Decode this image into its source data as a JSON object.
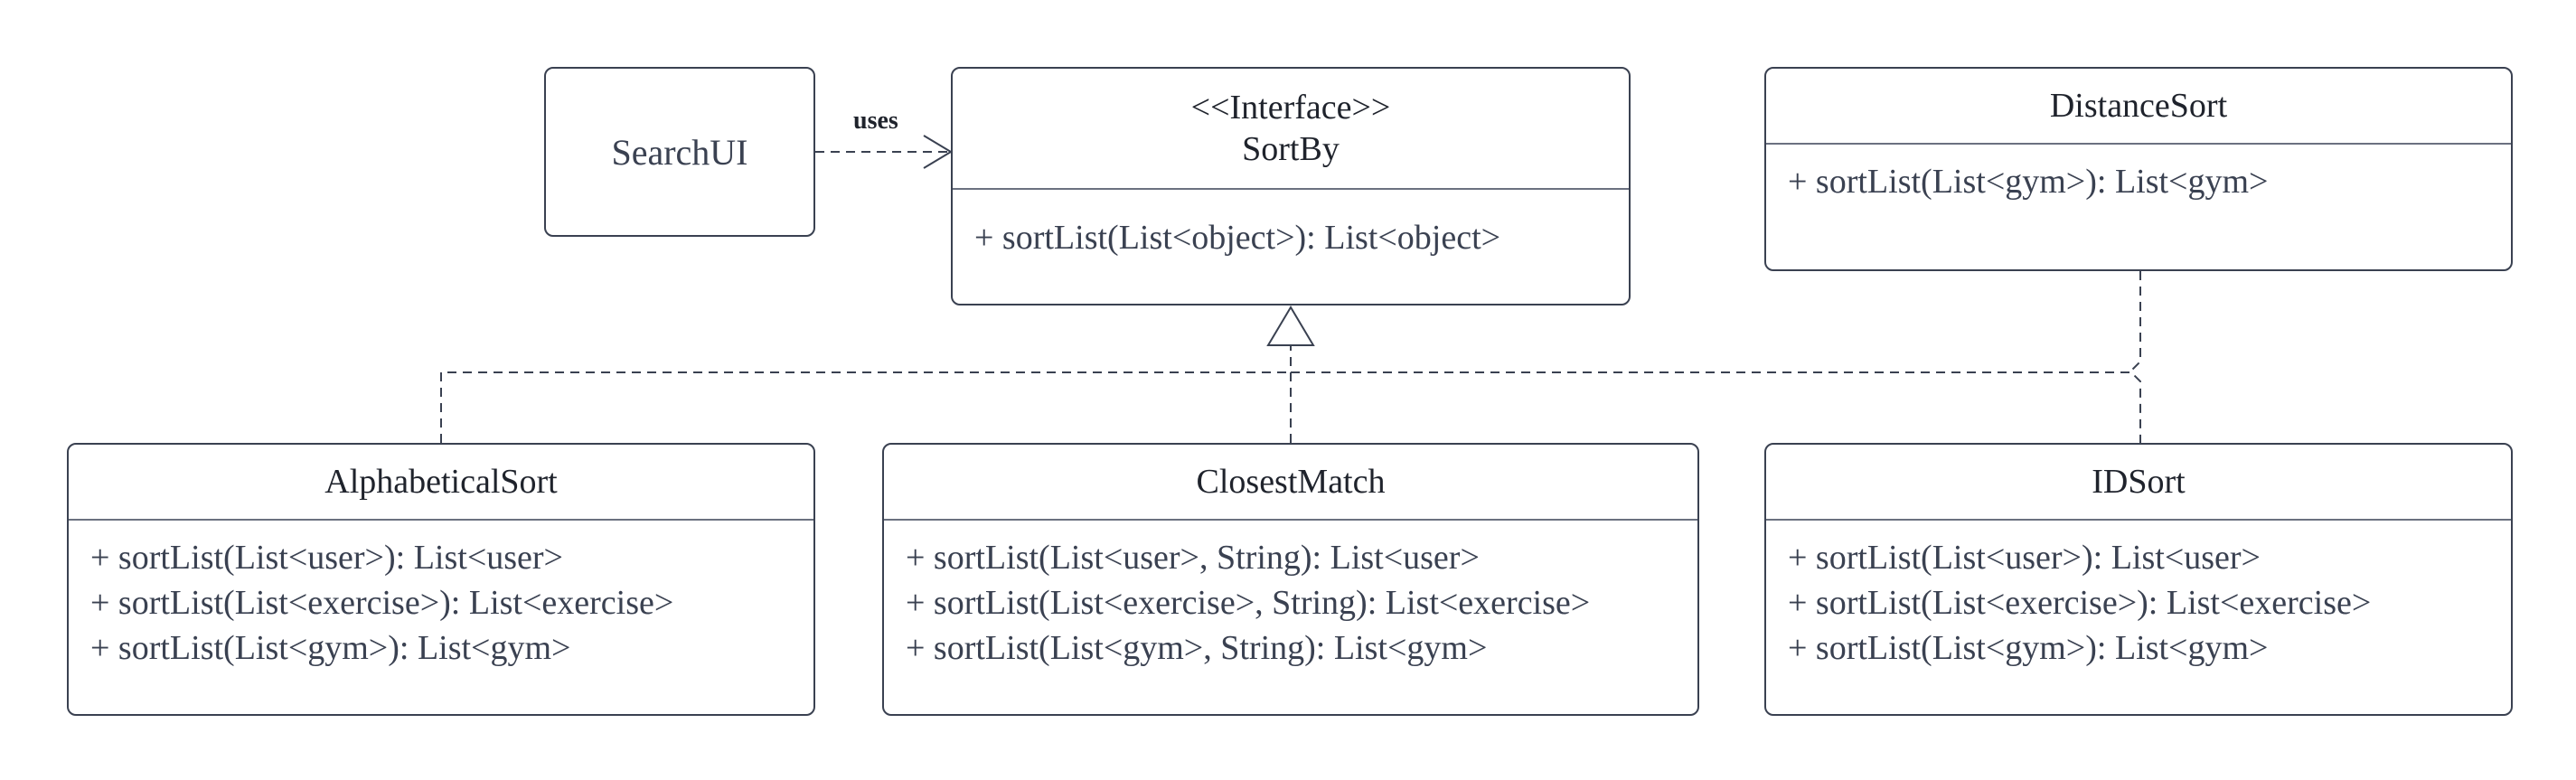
{
  "diagram": {
    "nodes": {
      "search_ui": {
        "name": "SearchUI"
      },
      "sort_by": {
        "stereotype": "<<Interface>>",
        "name": "SortBy",
        "methods": [
          "+ sortList(List<object>): List<object>"
        ]
      },
      "distance_sort": {
        "name": "DistanceSort",
        "methods": [
          "+ sortList(List<gym>): List<gym>"
        ]
      },
      "alphabetical_sort": {
        "name": "AlphabeticalSort",
        "methods": [
          "+ sortList(List<user>): List<user>",
          "+ sortList(List<exercise>): List<exercise>",
          "+ sortList(List<gym>): List<gym>"
        ]
      },
      "closest_match": {
        "name": "ClosestMatch",
        "methods": [
          "+ sortList(List<user>, String): List<user>",
          "+ sortList(List<exercise>, String): List<exercise>",
          "+ sortList(List<gym>, String): List<gym>"
        ]
      },
      "id_sort": {
        "name": "IDSort",
        "methods": [
          "+ sortList(List<user>): List<user>",
          "+ sortList(List<exercise>): List<exercise>",
          "+ sortList(List<gym>): List<gym>"
        ]
      }
    },
    "edges": [
      {
        "from": "SearchUI",
        "to": "SortBy",
        "type": "dependency",
        "label": "uses"
      },
      {
        "from": "AlphabeticalSort",
        "to": "SortBy",
        "type": "realization"
      },
      {
        "from": "ClosestMatch",
        "to": "SortBy",
        "type": "realization"
      },
      {
        "from": "IDSort",
        "to": "SortBy",
        "type": "realization"
      },
      {
        "from": "DistanceSort",
        "to": "SortBy",
        "type": "realization"
      }
    ]
  },
  "colors": {
    "line": "#3a4151",
    "divider": "#6b7180",
    "text": "#1f232c"
  }
}
